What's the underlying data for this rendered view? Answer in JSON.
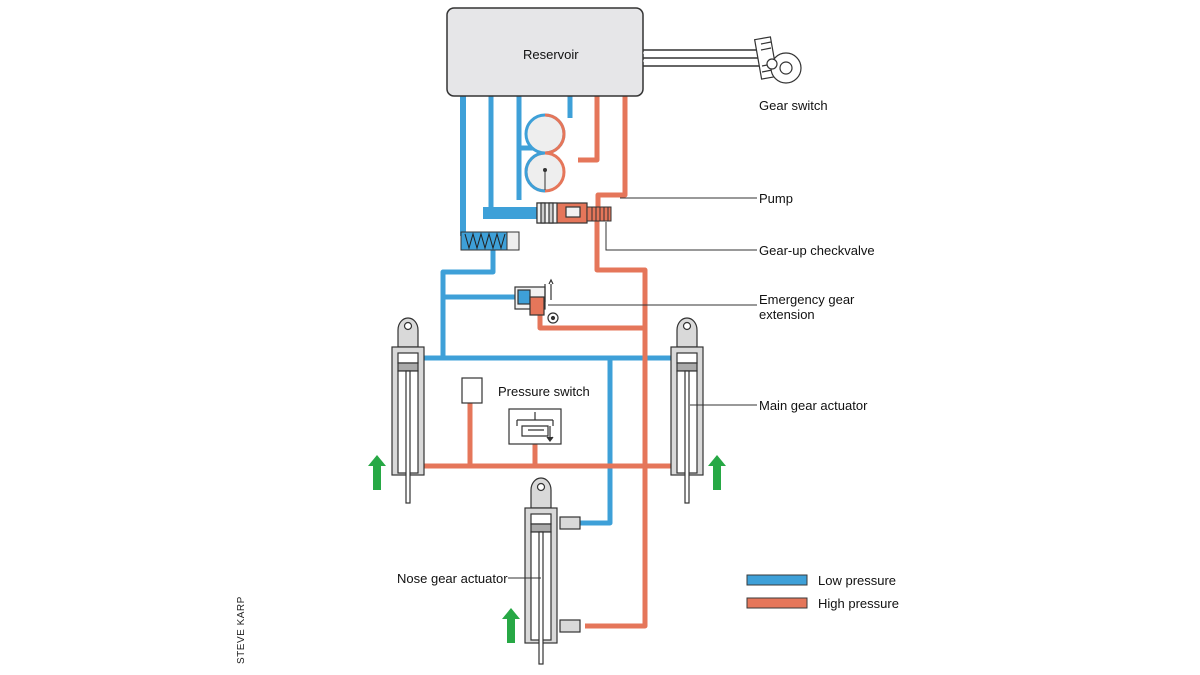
{
  "labels": {
    "reservoir": "Reservoir",
    "gear_switch": "Gear switch",
    "pump": "Pump",
    "gear_up_checkvalve": "Gear-up checkvalve",
    "emergency_gear_extension": "Emergency gear extension",
    "pressure_switch": "Pressure switch",
    "main_gear_actuator": "Main gear actuator",
    "nose_gear_actuator": "Nose gear actuator"
  },
  "legend": {
    "low_pressure": "Low pressure",
    "high_pressure": "High pressure"
  },
  "credit": "STEVE KARP",
  "colors": {
    "low_pressure": "#3ea0d8",
    "high_pressure": "#e5765a",
    "arrow": "#27a845",
    "reservoir_fill": "#e6e6e8",
    "actuator_body": "#d9d9d9"
  }
}
